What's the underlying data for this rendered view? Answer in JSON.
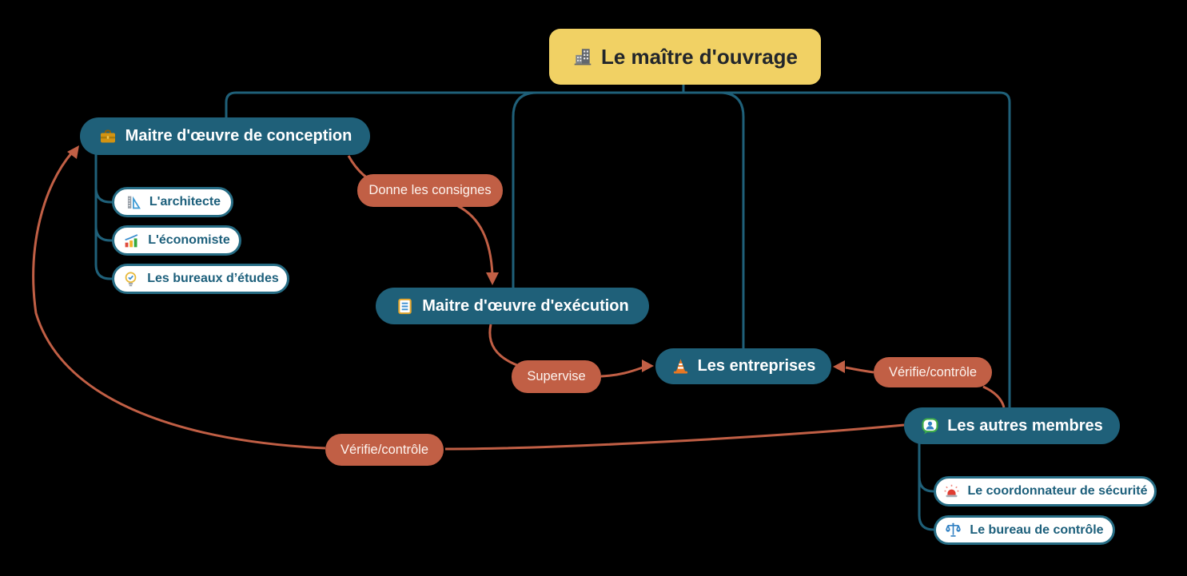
{
  "diagram": {
    "title_node": {
      "label": "Le maître d'ouvrage",
      "icon": "office-building"
    },
    "main_nodes": {
      "conception": {
        "label": "Maitre d'œuvre de conception",
        "icon": "briefcase"
      },
      "execution": {
        "label": "Maitre d'œuvre d'exécution",
        "icon": "ledger"
      },
      "entreprises": {
        "label": "Les entreprises",
        "icon": "traffic-cone"
      },
      "autres": {
        "label": "Les autres membres",
        "icon": "person-bubble"
      }
    },
    "conception_children": [
      {
        "label": "L'architecte",
        "icon": "set-square"
      },
      {
        "label": "L'économiste",
        "icon": "chart-increasing"
      },
      {
        "label": "Les bureaux d’études",
        "icon": "lightbulb-check"
      }
    ],
    "autres_children": [
      {
        "label": "Le coordonnateur de sécurité",
        "icon": "siren"
      },
      {
        "label": "Le bureau de contrôle",
        "icon": "balance-scale"
      }
    ],
    "edge_labels": {
      "donne_consignes": "Donne les consignes",
      "supervise": "Supervise",
      "verifie_controle_entreprises": "Vérifie/contrôle",
      "verifie_controle_conception": "Vérifie/contrôle"
    },
    "colors": {
      "node_teal": "#1f6079",
      "edge_orange": "#c15f45",
      "root_yellow": "#f1d164",
      "child_text_teal": "#1c5f7b"
    }
  }
}
